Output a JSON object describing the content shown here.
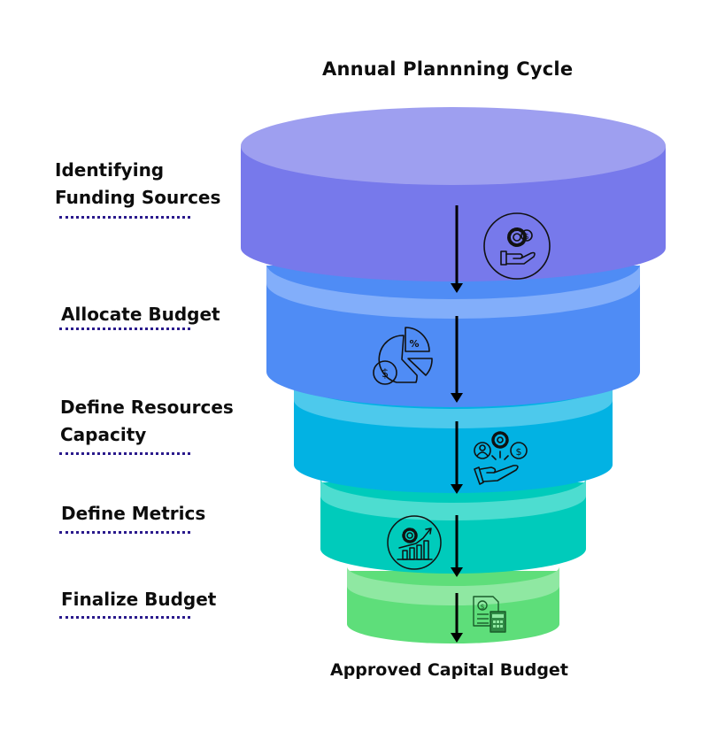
{
  "title": "Annual Plannning Cycle",
  "footer": "Approved Capital Budget",
  "stages": [
    {
      "label_lines": [
        "Identifying",
        "Funding Sources"
      ],
      "icon": "hand-gear-dollar-icon",
      "side_color": "#7779eb",
      "top_color": "#9e9ff0",
      "rim_color": "#9e9ff0",
      "icon_circled": true
    },
    {
      "label_lines": [
        "Allocate Budget"
      ],
      "icon": "pie-chart-percent-dollar-icon",
      "side_color": "#4f8cf5",
      "top_color": "#82aefa",
      "rim_color": "#82aefa",
      "icon_circled": false
    },
    {
      "label_lines": [
        "Define Resources",
        "Capacity"
      ],
      "icon": "hand-resources-icon",
      "side_color": "#02b2e3",
      "top_color": "#4dc9ec",
      "rim_color": "#4dc9ec",
      "icon_circled": false
    },
    {
      "label_lines": [
        "Define Metrics"
      ],
      "icon": "gear-growth-chart-icon",
      "side_color": "#00cbbb",
      "top_color": "#4dddd0",
      "rim_color": "#4dddd0",
      "icon_circled": true
    },
    {
      "label_lines": [
        "Finalize Budget"
      ],
      "icon": "budget-calculator-icon",
      "side_color": "#5ede7a",
      "top_color": "#8fe8a2",
      "rim_color": "#8fe8a2",
      "icon_circled": false
    }
  ],
  "colors": {
    "arrow": "#000000",
    "underline": "#2a1a8c",
    "icon_stroke": "#0d0d0d"
  }
}
